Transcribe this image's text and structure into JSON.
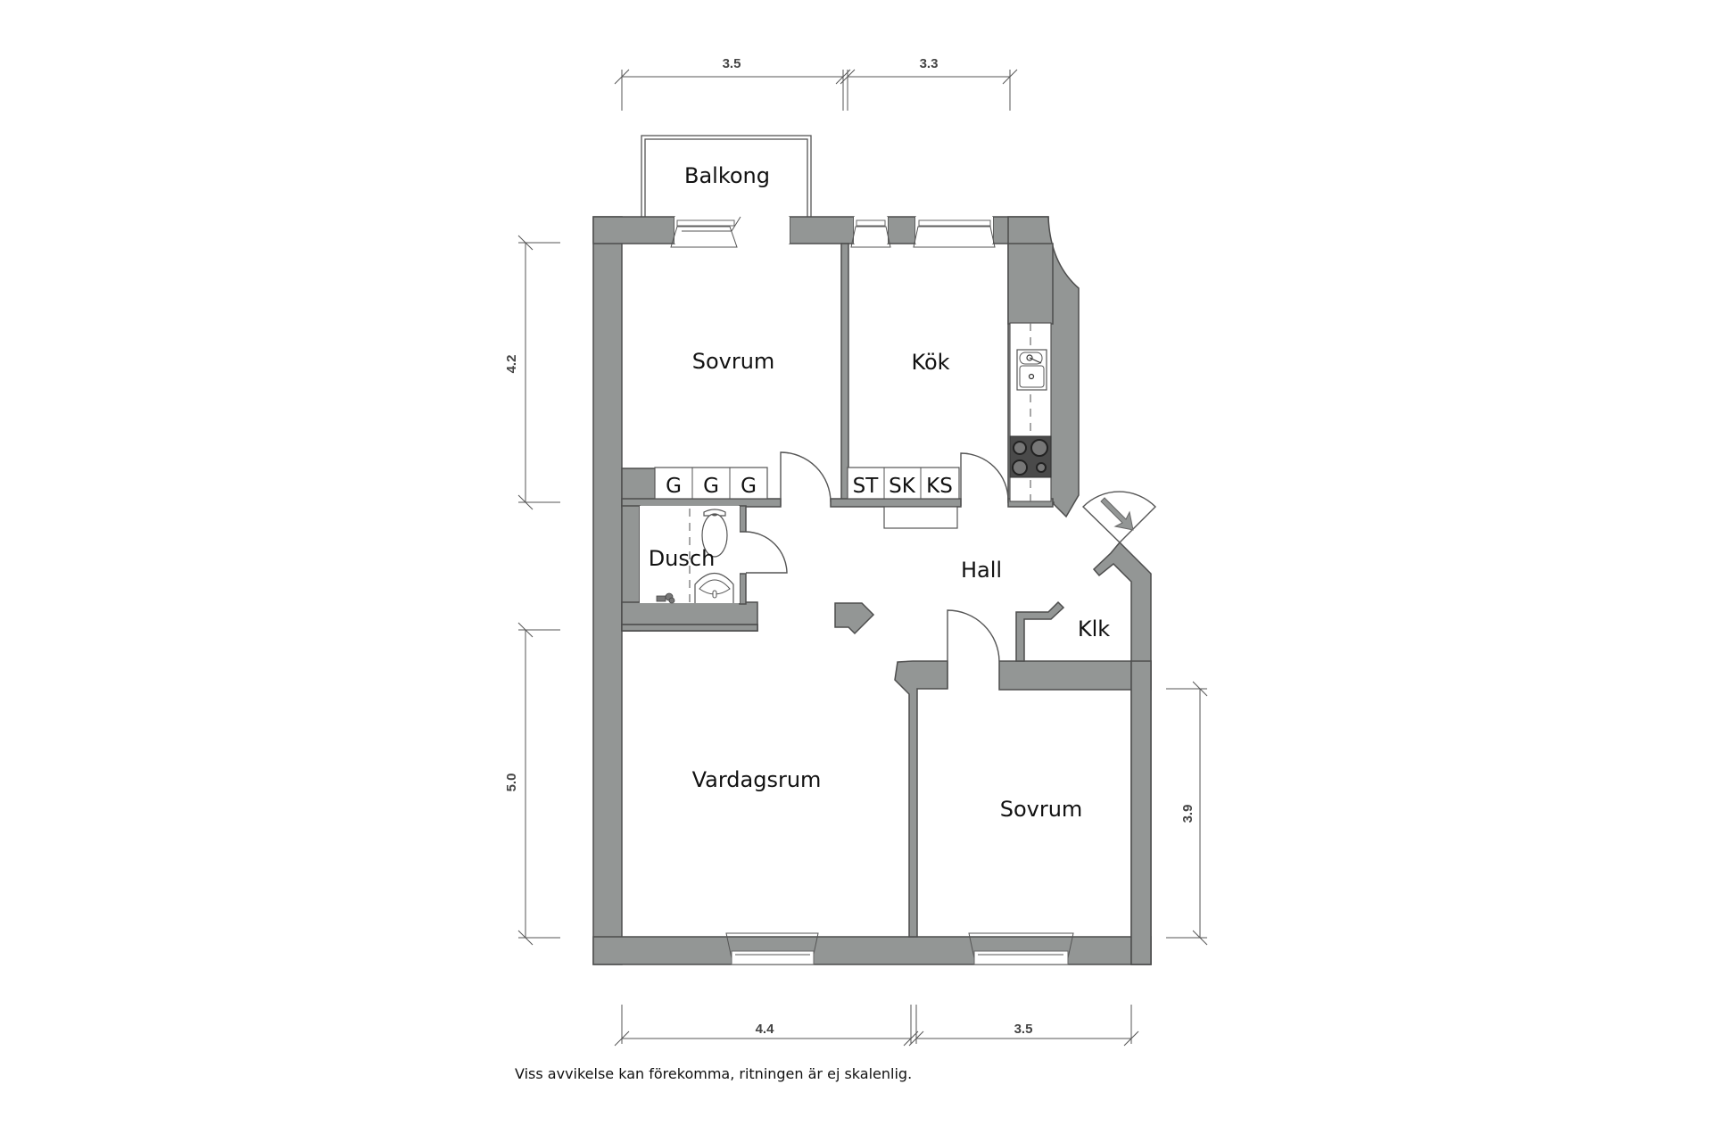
{
  "plan": {
    "rooms": {
      "balkong": "Balkong",
      "sovrum_top": "Sovrum",
      "kok": "Kök",
      "dusch": "Dusch",
      "hall": "Hall",
      "klk": "Klk",
      "vardagsrum": "Vardagsrum",
      "sovrum_bottom": "Sovrum"
    },
    "storage": {
      "wardrobes": [
        "G",
        "G",
        "G"
      ],
      "kitchen_units": [
        "ST",
        "SK",
        "KS"
      ]
    },
    "dimensions": {
      "top_left": "3.5",
      "top_right": "3.3",
      "left_upper": "4.2",
      "left_lower": "5.0",
      "right_lower": "3.9",
      "bottom_left": "4.4",
      "bottom_right": "3.5"
    },
    "colors": {
      "wall_fill": "#939695",
      "wall_stroke": "#4d4d4d",
      "stove": "#4a4a4a"
    }
  },
  "caption": "Viss avvikelse kan förekomma, ritningen är ej skalenlig."
}
